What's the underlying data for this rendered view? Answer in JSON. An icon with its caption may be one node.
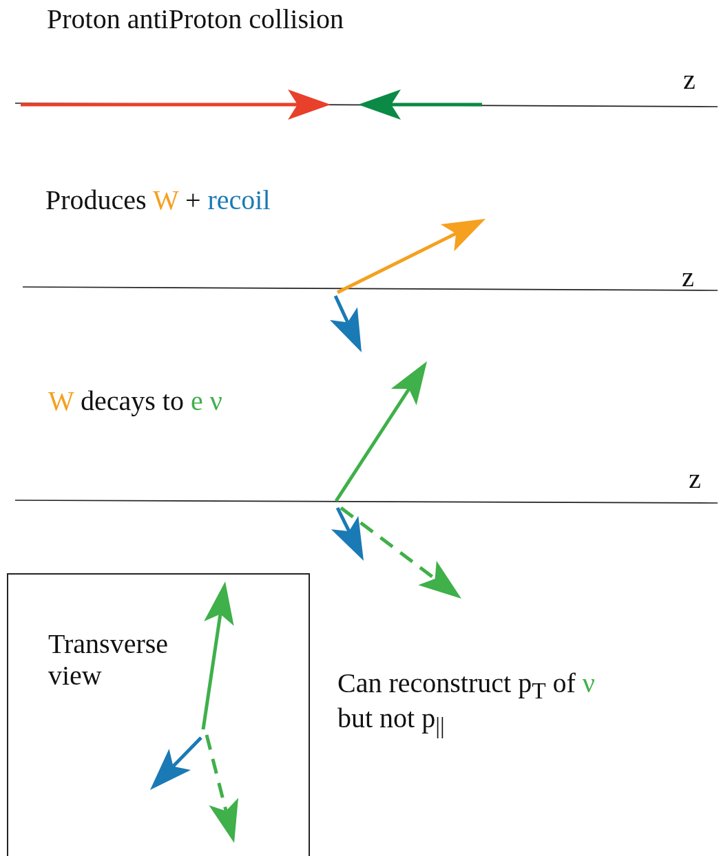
{
  "diagram": {
    "title": "Proton antiProton collision",
    "nodes": [
      {
        "text": [
          "Transverse view"
        ]
      }
    ],
    "labels": [
      "z",
      "Produces W + recoil",
      "z",
      "W decays to e ν",
      "z",
      "Can reconstruct p$_{T}$ of ν but not p$_{||}$"
    ]
  }
}
